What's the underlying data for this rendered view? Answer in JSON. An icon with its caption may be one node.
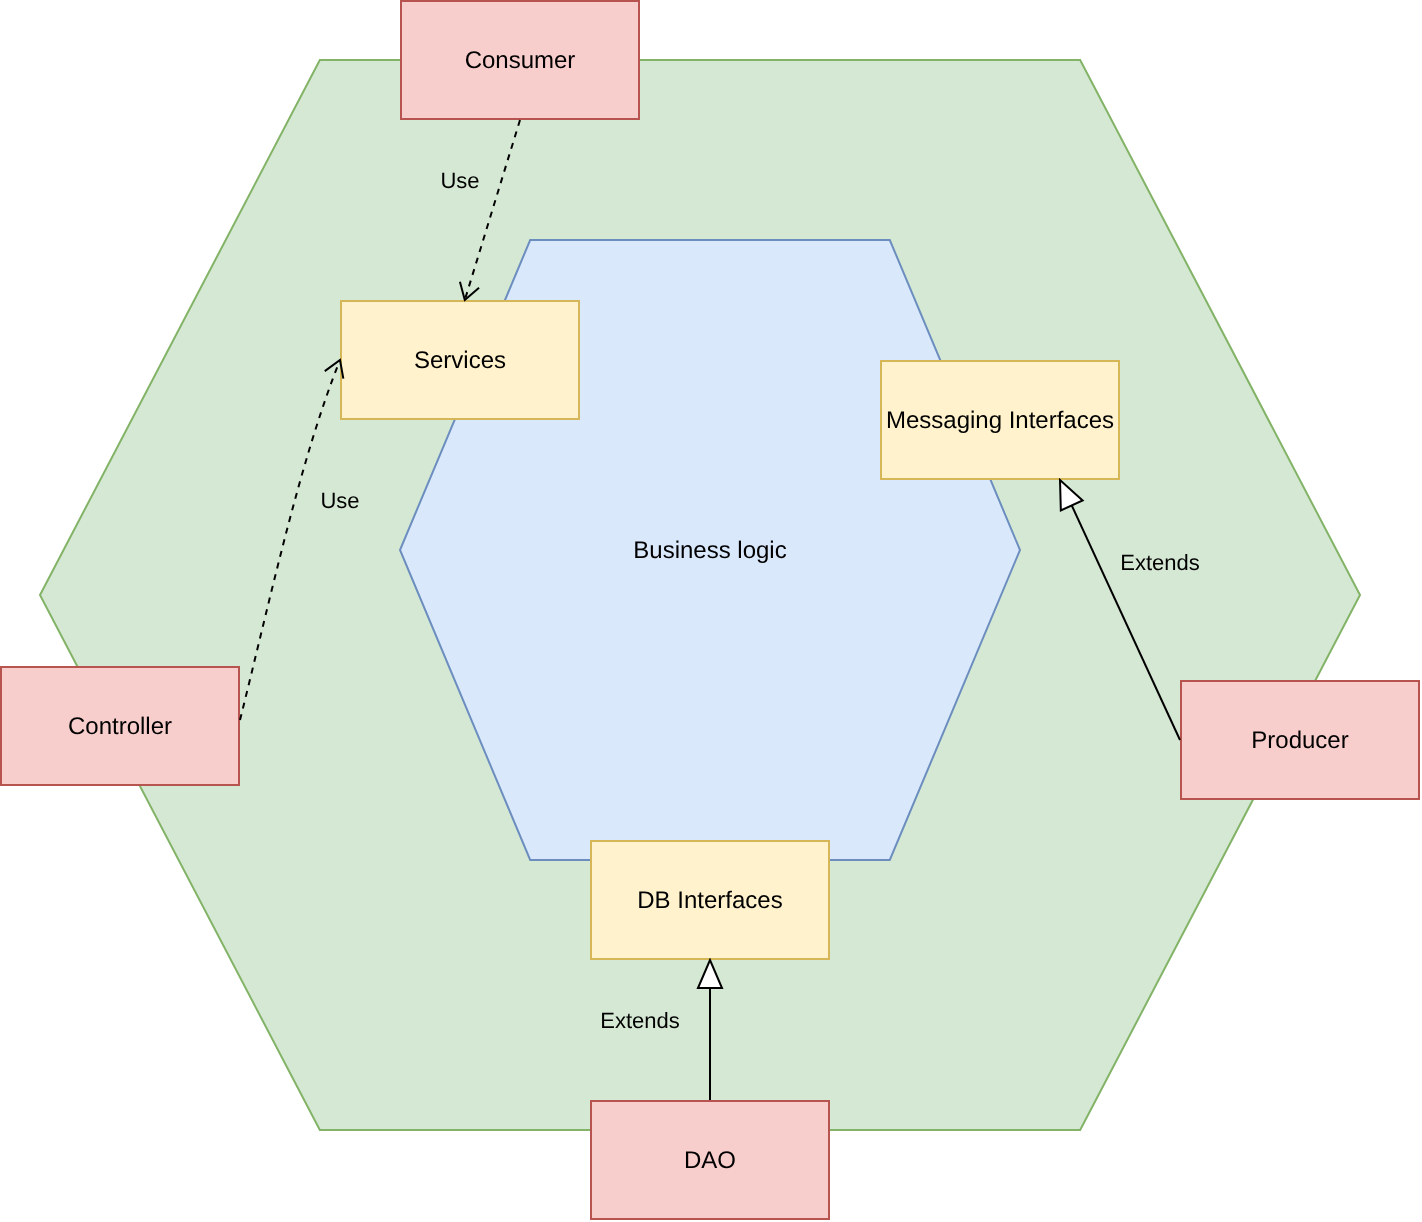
{
  "diagram": {
    "nodes": [
      {
        "text": [],
        "shape": "hexagon"
      },
      {
        "text": [
          "Consumer"
        ]
      },
      {
        "text": [
          "Business logic"
        ],
        "in": 0
      },
      {
        "text": [
          "Services"
        ],
        "in": 0
      },
      {
        "text": [
          "Messaging Interfaces"
        ],
        "in": 0
      },
      {
        "text": [
          "Controller"
        ]
      },
      {
        "text": [
          "Producer"
        ]
      },
      {
        "text": [
          "DB Interfaces"
        ],
        "in": 0
      },
      {
        "text": [
          "DAO"
        ]
      }
    ],
    "edges": [
      {
        "from": 1,
        "to": 3,
        "arrow": "to",
        "label": "Use",
        "style": "dashed"
      },
      {
        "from": 5,
        "to": 3,
        "arrow": "to",
        "label": "Use",
        "style": "dashed"
      },
      {
        "from": 6,
        "to": 4,
        "arrow": "to",
        "label": "Extends"
      },
      {
        "from": 8,
        "to": 7,
        "arrow": "to",
        "label": "Extends"
      }
    ]
  }
}
